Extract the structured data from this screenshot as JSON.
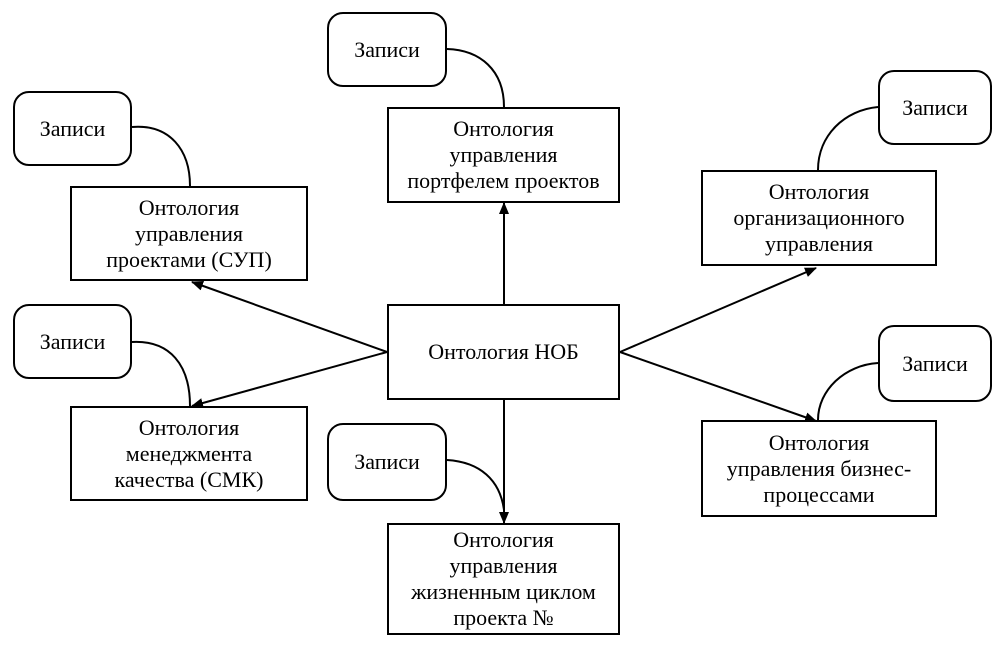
{
  "diagram": {
    "center": {
      "label": "Онтология НОБ"
    },
    "ontologies": {
      "sup": {
        "label": "Онтология\nуправления\nпроектами (СУП)",
        "note": "Записи"
      },
      "smk": {
        "label": "Онтология\nменеджмента\nкачества (СМК)",
        "note": "Записи"
      },
      "portfolio": {
        "label": "Онтология\nуправления\nпортфелем проектов",
        "note": "Записи"
      },
      "lifecycle": {
        "label": "Онтология\nуправления\nжизненным циклом\nпроекта №",
        "note": "Записи"
      },
      "org": {
        "label": "Онтология\nорганизационного\nуправления",
        "note": "Записи"
      },
      "bp": {
        "label": "Онтология\nуправления  бизнес-\nпроцессами",
        "note": "Записи"
      }
    }
  }
}
